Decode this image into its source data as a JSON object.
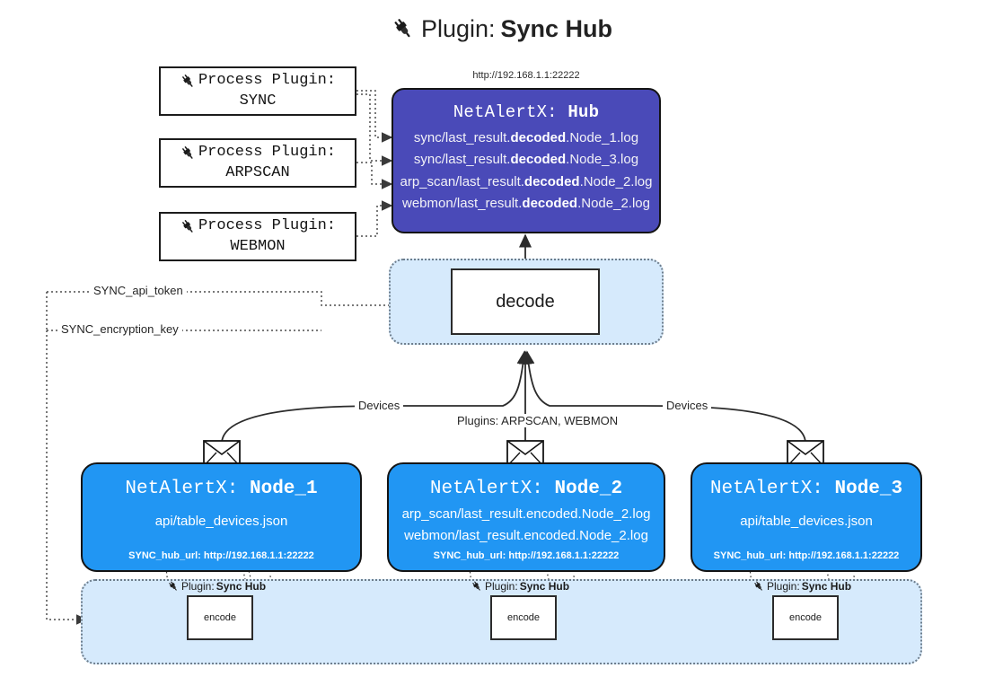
{
  "title": {
    "icon": "plug-icon",
    "prefix": "Plugin:",
    "name": "Sync Hub"
  },
  "hub": {
    "url": "http://192.168.1.1:22222",
    "title_prefix": "NetAlertX:",
    "title_name": "Hub",
    "loglines": [
      {
        "pre": "sync/last_result.",
        "strong": "decoded",
        "post": ".Node_1.log"
      },
      {
        "pre": "sync/last_result.",
        "strong": "decoded",
        "post": ".Node_3.log"
      },
      {
        "pre": "arp_scan/last_result.",
        "strong": "decoded",
        "post": ".Node_2.log"
      },
      {
        "pre": "webmon/last_result.",
        "strong": "decoded",
        "post": ".Node_2.log"
      }
    ]
  },
  "process_plugins": [
    {
      "icon": "plug-icon",
      "label": "Process Plugin:",
      "name": "SYNC"
    },
    {
      "icon": "plug-icon",
      "label": "Process Plugin:",
      "name": "ARPSCAN"
    },
    {
      "icon": "plug-icon",
      "label": "Process Plugin:",
      "name": "WEBMON"
    }
  ],
  "decode": {
    "label": "decode"
  },
  "settings": [
    {
      "label": "SYNC_api_token"
    },
    {
      "label": "SYNC_encryption_key"
    }
  ],
  "edge_labels": [
    {
      "text": "Devices"
    },
    {
      "text": "Plugins: ARPSCAN, WEBMON"
    },
    {
      "text": "Devices"
    }
  ],
  "nodes": [
    {
      "icon": "envelope-icon",
      "title_prefix": "NetAlertX:",
      "title_name": "Node_1",
      "lines": [
        "api/table_devices.json"
      ],
      "footer": "SYNC_hub_url: http://192.168.1.1:22222"
    },
    {
      "icon": "envelope-icon",
      "title_prefix": "NetAlertX:",
      "title_name": "Node_2",
      "lines": [
        "arp_scan/last_result.encoded.Node_2.log",
        "webmon/last_result.encoded.Node_2.log"
      ],
      "footer": "SYNC_hub_url: http://192.168.1.1:22222"
    },
    {
      "icon": "envelope-icon",
      "title_prefix": "NetAlertX:",
      "title_name": "Node_3",
      "lines": [
        "api/table_devices.json"
      ],
      "footer": "SYNC_hub_url: http://192.168.1.1:22222"
    }
  ],
  "encoders": [
    {
      "caption_icon": "plug-icon",
      "caption_prefix": "Plugin:",
      "caption_name": "Sync Hub",
      "label": "encode"
    },
    {
      "caption_icon": "plug-icon",
      "caption_prefix": "Plugin:",
      "caption_name": "Sync Hub",
      "label": "encode"
    },
    {
      "caption_icon": "plug-icon",
      "caption_prefix": "Plugin:",
      "caption_name": "Sync Hub",
      "label": "encode"
    }
  ],
  "colors": {
    "hub_fill": "#4a4ab8",
    "node_fill": "#2196f3",
    "region_fill": "#d6eafc",
    "region_stroke": "#6d7d8c",
    "outline": "#141414"
  }
}
